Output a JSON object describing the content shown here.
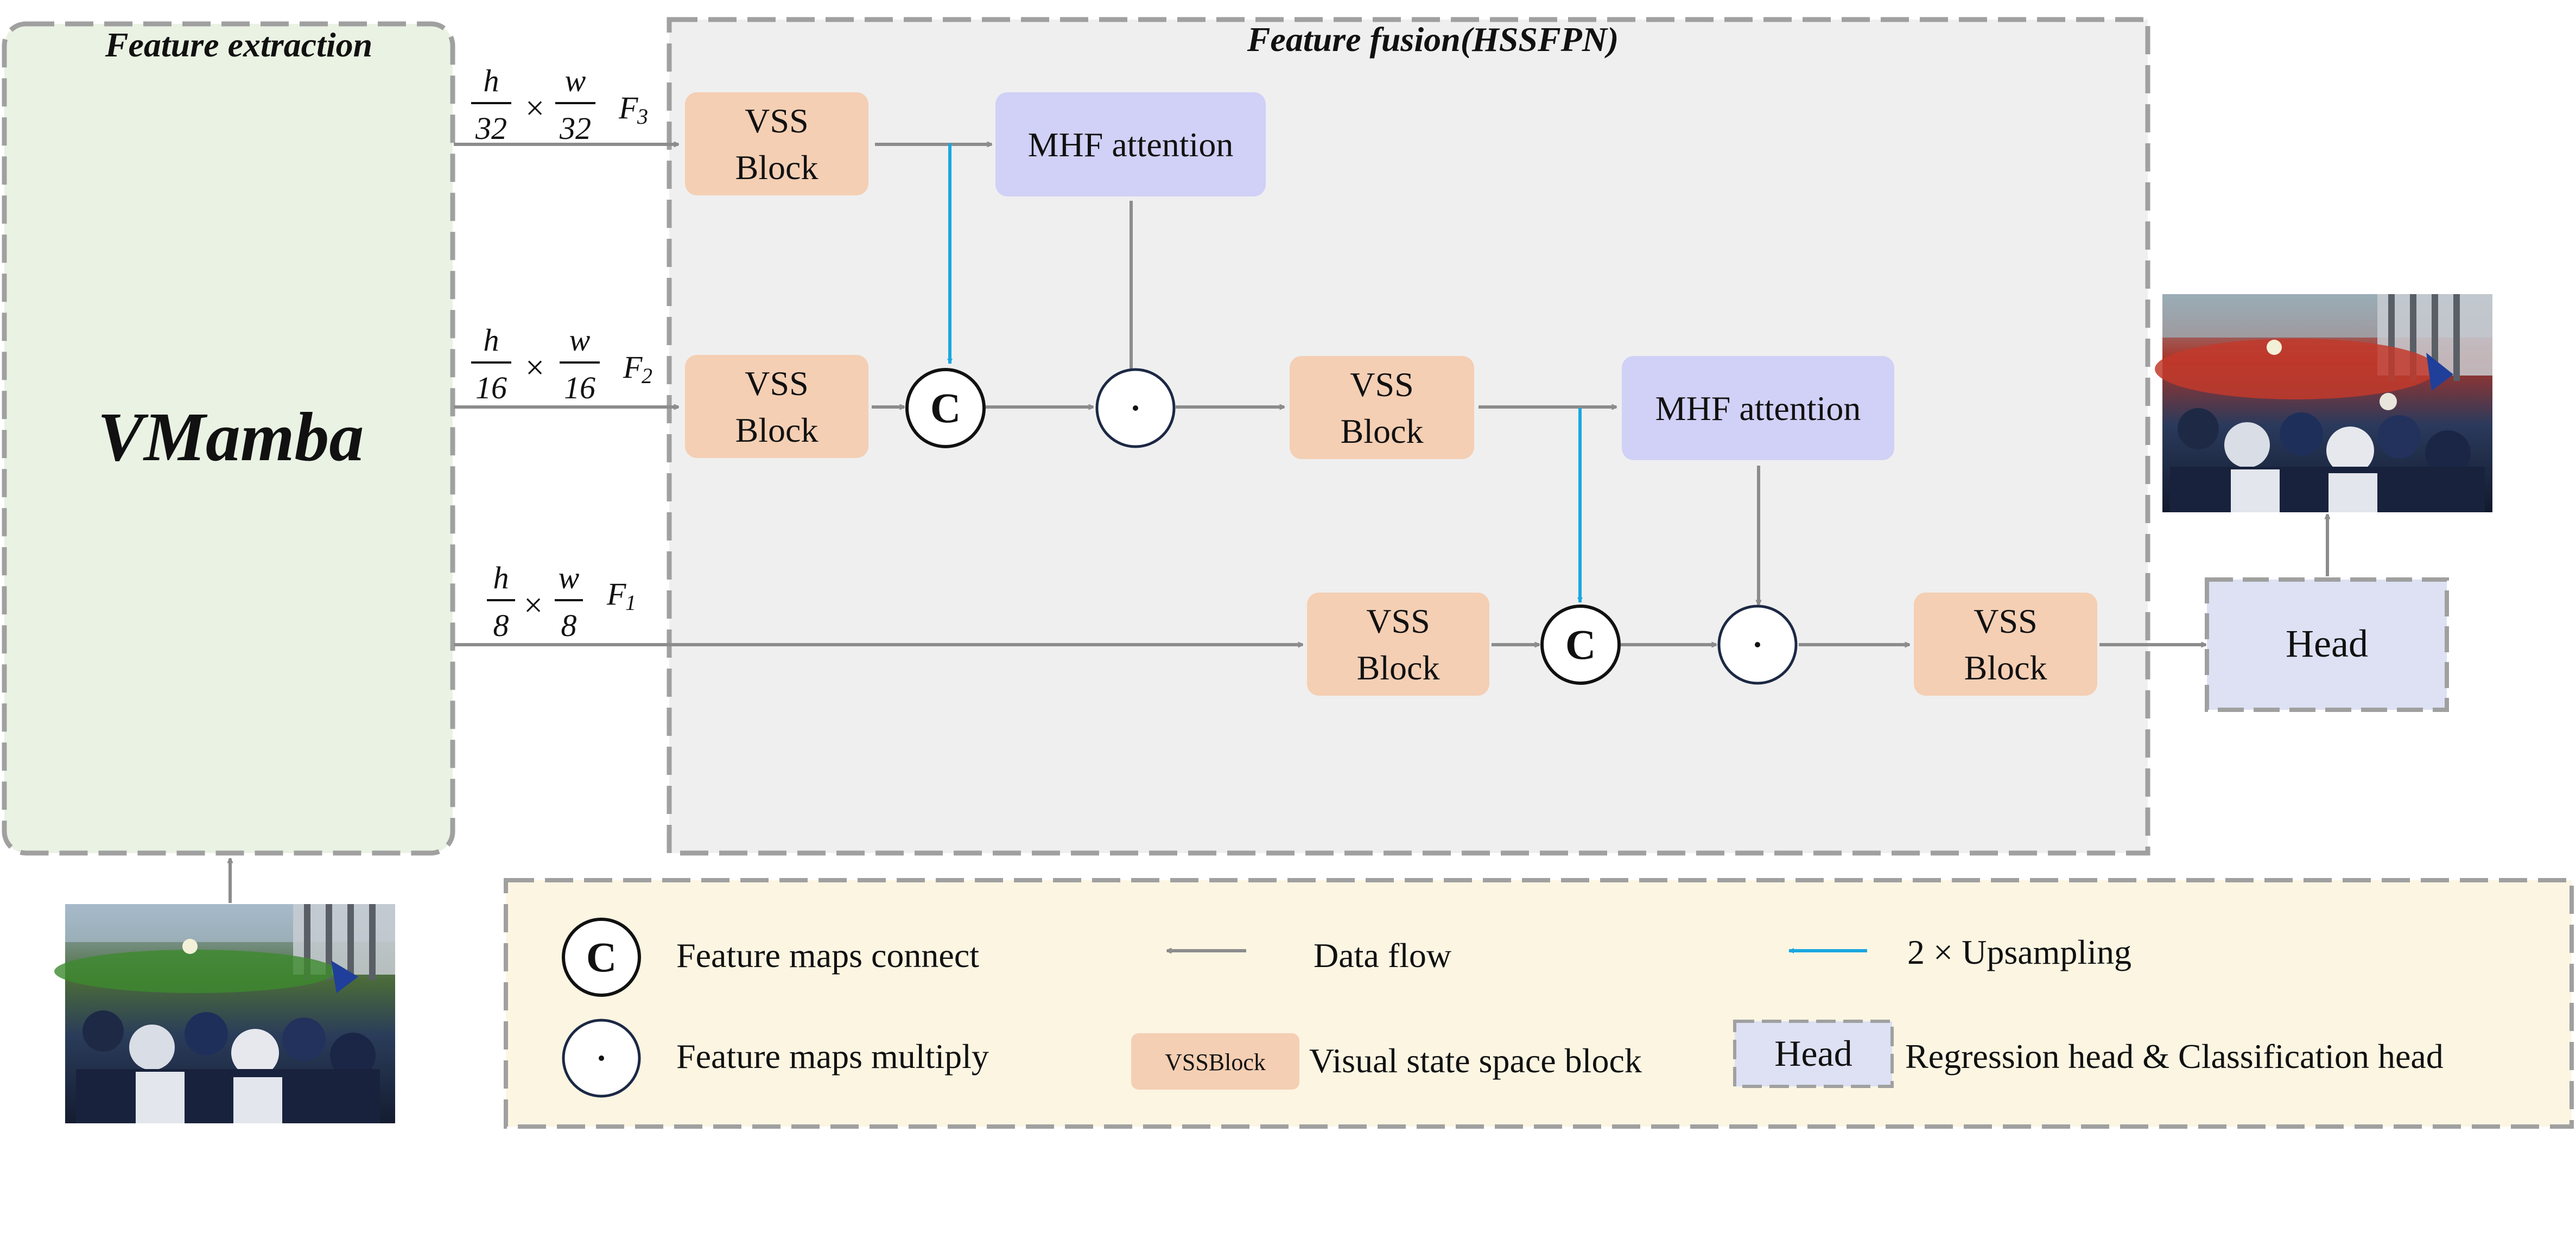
{
  "feature_extraction": {
    "title": "Feature extraction",
    "backbone": "VMamba"
  },
  "feature_fusion": {
    "title": "Feature fusion(HSSFPN)"
  },
  "inputs": [
    {
      "num": "h",
      "den1": "32",
      "wnum": "w",
      "den2": "32",
      "name": "F",
      "sub": "3",
      "times": "×"
    },
    {
      "num": "h",
      "den1": "16",
      "wnum": "w",
      "den2": "16",
      "name": "F",
      "sub": "2",
      "times": "×"
    },
    {
      "num": "h",
      "den1": "8",
      "wnum": "w",
      "den2": "8",
      "name": "F",
      "sub": "1",
      "times": "×"
    }
  ],
  "blocks": {
    "vss_line1": "VSS",
    "vss_line2": "Block",
    "mhf": "MHF attention",
    "concat_symbol": "C",
    "multiply_symbol": "·",
    "head": "Head"
  },
  "legend": {
    "concat": "Feature maps connect",
    "multiply": "Feature maps multiply",
    "data_flow": "Data flow",
    "upsampling": "2 × Upsampling",
    "vss_swatch": "VSSBlock",
    "vss_desc": "Visual state space block",
    "head_swatch": "Head",
    "head_desc": "Regression head & Classification head"
  },
  "colors": {
    "extraction_bg": "#e9f2e3",
    "fusion_bg": "#efefef",
    "vss": "#f4cfb4",
    "mhf": "#d1d0f6",
    "head": "#dde1f3",
    "legend_bg": "#fbf5e2",
    "arrow_gray": "#8c8c8c",
    "arrow_blue": "#1aa7e0",
    "border_dash": "#a0a0a0"
  }
}
